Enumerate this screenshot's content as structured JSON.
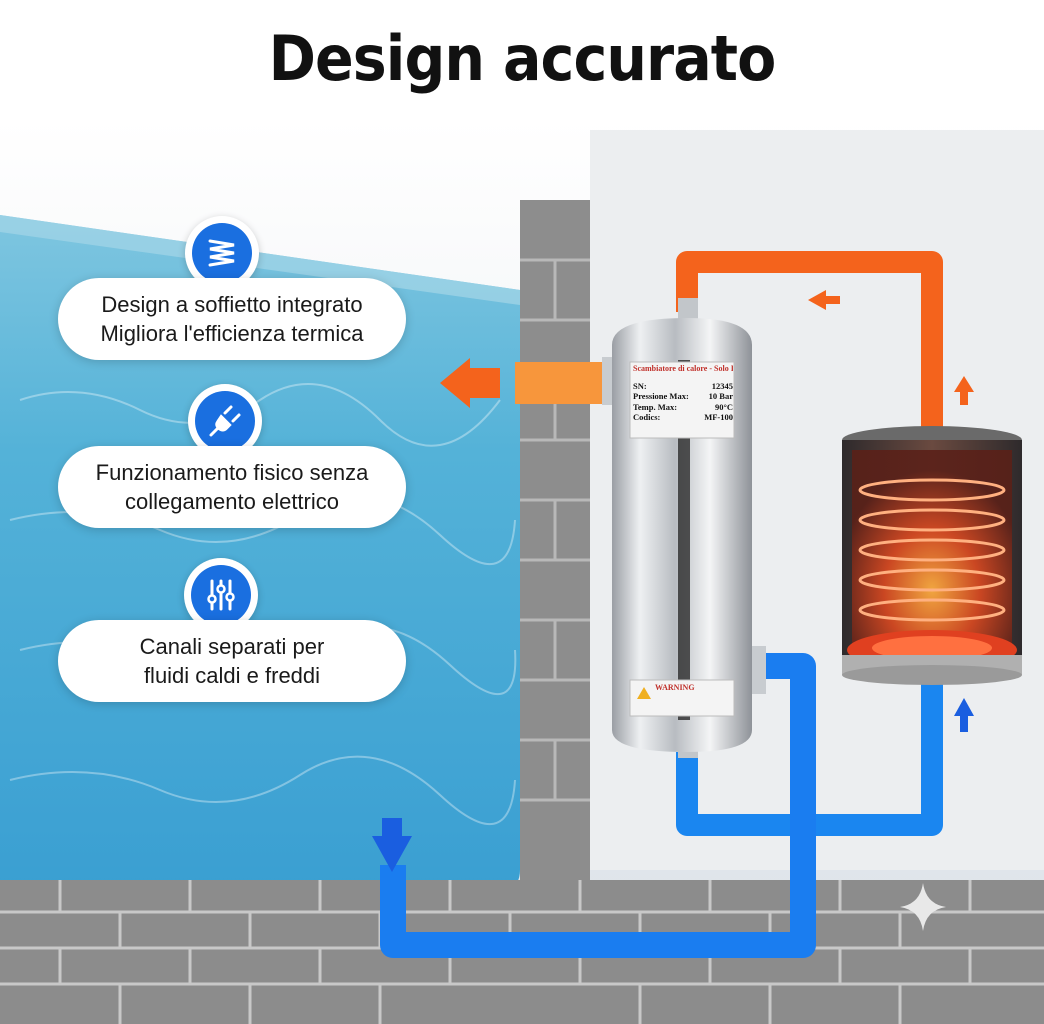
{
  "title": "Design accurato",
  "features": [
    {
      "icon": "coil-icon",
      "line1": "Design a soffietto integrato",
      "line2": "Migliora l'efficienza termica"
    },
    {
      "icon": "plug-icon",
      "line1": "Funzionamento fisico senza",
      "line2": "collegamento elettrico"
    },
    {
      "icon": "sliders-icon",
      "line1": "Canali separati per",
      "line2": "fluidi caldi e freddi"
    }
  ],
  "plate": {
    "header": "Scambiatore di calore - Solo Ilir",
    "rows": [
      {
        "k": "SN:",
        "v": "12345"
      },
      {
        "k": "Pressione Max:",
        "v": "10 Bar"
      },
      {
        "k": "Temp. Max:",
        "v": "90°C"
      },
      {
        "k": "Codics:",
        "v": "MF-100"
      }
    ],
    "warning": "WARNING"
  },
  "colors": {
    "hot": "#f4631c",
    "cold": "#1a7df0",
    "accent": "#1a6fe0"
  }
}
